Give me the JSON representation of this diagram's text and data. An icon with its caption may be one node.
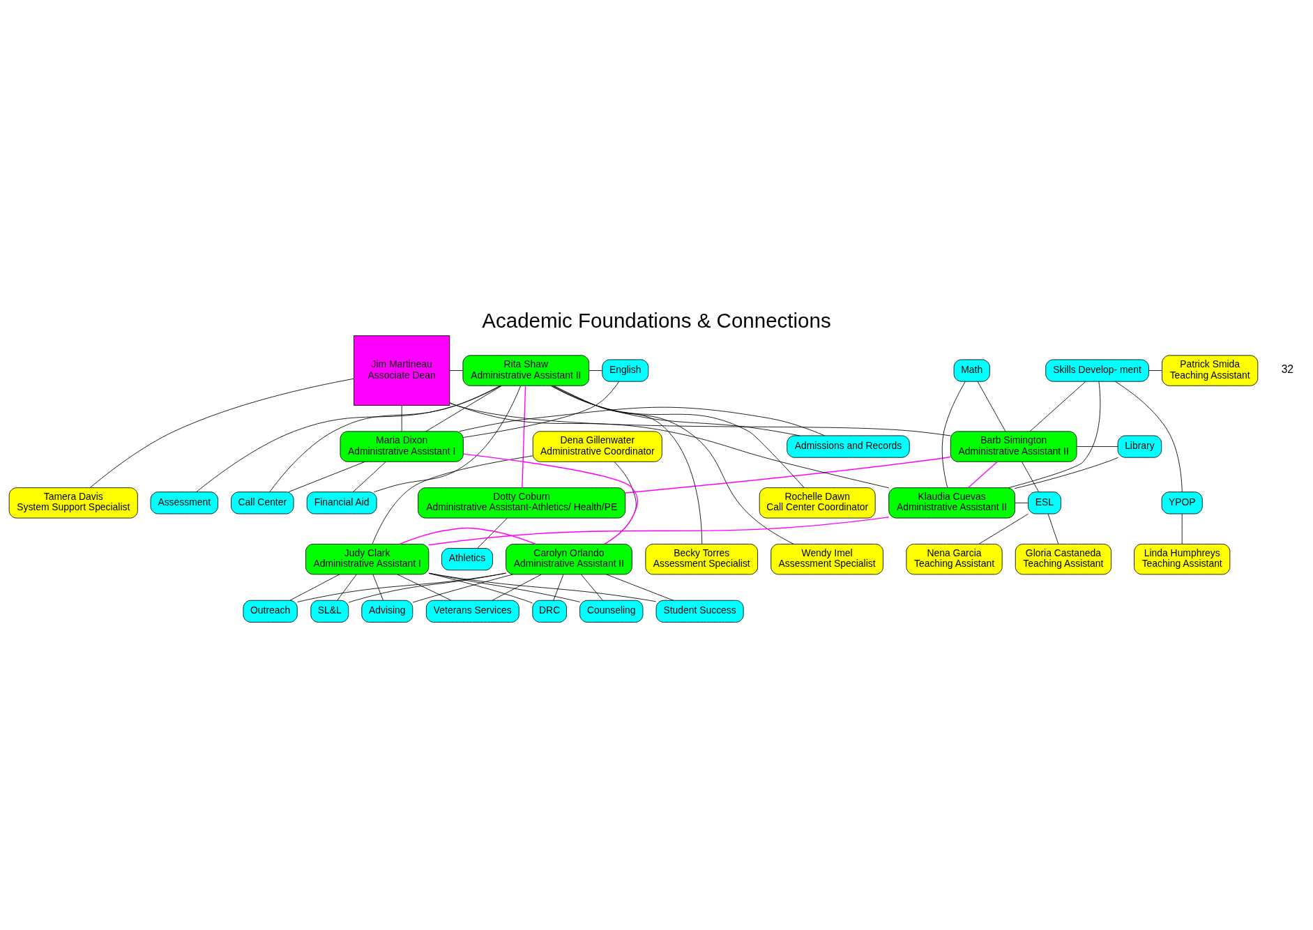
{
  "diagram": {
    "title": "Academic Foundations & Connections",
    "nodes": [
      {
        "text": [
          "Becky Torres",
          "Assessment Specialist"
        ]
      },
      {
        "text": [
          "Wendy Imel",
          "Assessment Specialist"
        ]
      },
      {
        "text": [
          "Athletics"
        ]
      },
      {
        "text": [
          "Linda Humphreys",
          "Teaching Assistant"
        ]
      },
      {
        "text": [
          "YPOP"
        ]
      },
      {
        "text": [
          "Call Center"
        ]
      },
      {
        "text": [
          "Rochelle Dawn",
          "Call Center Coordinator"
        ]
      },
      {
        "text": [
          "Assessment"
        ]
      },
      {
        "text": [
          "Dotty Coburn",
          "Administrative Assistant-Athletics/ Health/PE"
        ]
      },
      {
        "text": [
          "Math"
        ]
      },
      {
        "text": [
          "Skills Develop- ment"
        ]
      },
      {
        "text": [
          "English"
        ]
      },
      {
        "text": [
          "Rita Shaw",
          "Administrative Assistant II"
        ]
      },
      {
        "text": [
          "Jim Martineau",
          "Associate Dean"
        ]
      },
      {
        "text": [
          "Patrick Smida",
          "Teaching Assistant"
        ]
      },
      {
        "text": [
          "Admissions and Records"
        ]
      },
      {
        "text": [
          "Maria Dixon",
          "Administrative Assistant I"
        ]
      },
      {
        "text": [
          "Barb Simington",
          "Administrative Assistant II"
        ]
      },
      {
        "text": [
          "Library"
        ]
      },
      {
        "text": [
          "Dena Gillenwater",
          "Administrative Coordinator"
        ]
      },
      {
        "text": [
          "Klaudia Cuevas",
          "Administrative Assistant II"
        ]
      },
      {
        "text": [
          "Financial Aid"
        ]
      },
      {
        "text": [
          "ESL"
        ]
      },
      {
        "text": [
          "Carolyn Orlando",
          "Administrative Assistant II"
        ]
      },
      {
        "text": [
          "Judy Clark",
          "Administrative Assistant I"
        ]
      },
      {
        "text": [
          "Tamera Davis",
          "System Support Specialist"
        ]
      },
      {
        "text": [
          "Nena Garcia",
          "Teaching Assistant"
        ]
      },
      {
        "text": [
          "Advising"
        ]
      },
      {
        "text": [
          "Veterans Services"
        ]
      },
      {
        "text": [
          "DRC"
        ]
      },
      {
        "text": [
          "Counseling"
        ]
      },
      {
        "text": [
          "Student Success"
        ]
      },
      {
        "text": [
          "Outreach"
        ]
      },
      {
        "text": [
          "SL&L"
        ]
      },
      {
        "text": [
          "Gloria Castaneda",
          "Teaching Assistant"
        ]
      }
    ],
    "edges": [
      {
        "from": 13,
        "to": 12,
        "arrow": "none"
      },
      {
        "from": 13,
        "to": 16,
        "arrow": "none"
      },
      {
        "from": 13,
        "to": 25,
        "arrow": "none"
      },
      {
        "from": 13,
        "to": 17,
        "arrow": "none"
      },
      {
        "from": 13,
        "to": 20,
        "arrow": "none"
      },
      {
        "from": 19,
        "to": 23,
        "arrow": "none"
      },
      {
        "from": 19,
        "to": 24,
        "arrow": "none"
      },
      {
        "from": 12,
        "to": 16,
        "arrow": "none"
      },
      {
        "from": 12,
        "to": 0,
        "arrow": "none"
      },
      {
        "from": 12,
        "to": 1,
        "arrow": "none"
      },
      {
        "from": 12,
        "to": 6,
        "arrow": "none"
      },
      {
        "from": 12,
        "to": 7,
        "arrow": "none"
      },
      {
        "from": 12,
        "to": 5,
        "arrow": "none"
      },
      {
        "from": 12,
        "to": 11,
        "arrow": "none"
      },
      {
        "from": 12,
        "to": 15,
        "arrow": "none"
      },
      {
        "from": 12,
        "to": 21,
        "arrow": "none"
      },
      {
        "from": 16,
        "to": 5,
        "arrow": "none"
      },
      {
        "from": 16,
        "to": 11,
        "arrow": "none"
      },
      {
        "from": 16,
        "to": 15,
        "arrow": "none"
      },
      {
        "from": 16,
        "to": 21,
        "arrow": "none"
      },
      {
        "from": 8,
        "to": 2,
        "arrow": "none"
      },
      {
        "from": 17,
        "to": 9,
        "arrow": "none"
      },
      {
        "from": 17,
        "to": 10,
        "arrow": "none"
      },
      {
        "from": 17,
        "to": 18,
        "arrow": "none"
      },
      {
        "from": 17,
        "to": 22,
        "arrow": "none"
      },
      {
        "from": 20,
        "to": 9,
        "arrow": "none"
      },
      {
        "from": 20,
        "to": 10,
        "arrow": "none"
      },
      {
        "from": 20,
        "to": 18,
        "arrow": "none"
      },
      {
        "from": 20,
        "to": 22,
        "arrow": "none"
      },
      {
        "from": 10,
        "to": 4,
        "arrow": "none"
      },
      {
        "from": 4,
        "to": 3,
        "arrow": "none"
      },
      {
        "from": 10,
        "to": 14,
        "arrow": "none"
      },
      {
        "from": 22,
        "to": 26,
        "arrow": "none"
      },
      {
        "from": 22,
        "to": 34,
        "arrow": "none"
      },
      {
        "from": 23,
        "to": 27,
        "arrow": "none"
      },
      {
        "from": 23,
        "to": 28,
        "arrow": "none"
      },
      {
        "from": 23,
        "to": 29,
        "arrow": "none"
      },
      {
        "from": 23,
        "to": 30,
        "arrow": "none"
      },
      {
        "from": 23,
        "to": 31,
        "arrow": "none"
      },
      {
        "from": 23,
        "to": 32,
        "arrow": "none"
      },
      {
        "from": 23,
        "to": 33,
        "arrow": "none"
      },
      {
        "from": 24,
        "to": 27,
        "arrow": "none"
      },
      {
        "from": 24,
        "to": 28,
        "arrow": "none"
      },
      {
        "from": 24,
        "to": 29,
        "arrow": "none"
      },
      {
        "from": 24,
        "to": 30,
        "arrow": "none"
      },
      {
        "from": 24,
        "to": 31,
        "arrow": "none"
      },
      {
        "from": 24,
        "to": 32,
        "arrow": "none"
      },
      {
        "from": 24,
        "to": 33,
        "arrow": "none"
      },
      {
        "from": 12,
        "to": 8,
        "arrow": "none",
        "color": "#ff00ff"
      },
      {
        "from": 8,
        "to": 17,
        "arrow": "none",
        "color": "#ff00ff"
      },
      {
        "from": 17,
        "to": 20,
        "arrow": "none",
        "color": "#ff00ff"
      },
      {
        "from": 20,
        "to": 24,
        "arrow": "none",
        "color": "#ff00ff"
      },
      {
        "from": 24,
        "to": 23,
        "arrow": "none",
        "color": "#ff00ff"
      },
      {
        "from": 23,
        "to": 16,
        "arrow": "none",
        "color": "#ff00ff"
      }
    ],
    "labels": [
      "32"
    ]
  }
}
